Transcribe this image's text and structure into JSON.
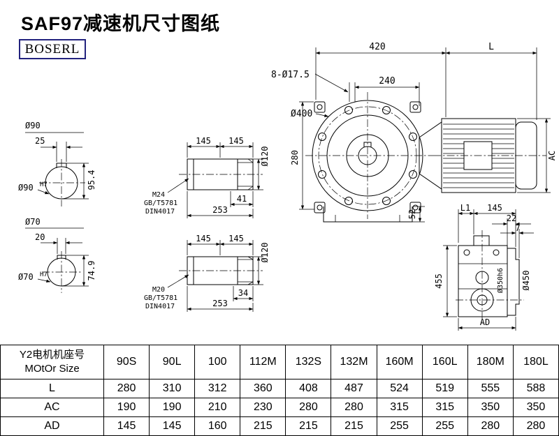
{
  "page": {
    "title": "SAF97减速机尺寸图纸",
    "logo": "BOSERL"
  },
  "front_view": {
    "dim_420": "420",
    "dim_L": "L",
    "holes_callout": "8-Ø17.5",
    "dim_240": "240",
    "dia_flange": "Ø400",
    "dim_280": "280",
    "dim_52": "52",
    "dim_AC": "AC"
  },
  "shaft_90": {
    "dia_top": "Ø90",
    "key_width": "25",
    "height": "95.4",
    "bore": "Ø90",
    "bore_tol": "H7"
  },
  "shaft_70": {
    "dia_top": "Ø70",
    "key_width": "20",
    "height": "74.9",
    "bore": "Ø70",
    "bore_tol": "H7"
  },
  "shaft_detail_1": {
    "dim_left": "145",
    "dim_right": "145",
    "dia": "Ø120",
    "thread": "M24",
    "standard_1": "GB/T5781",
    "standard_2": "DIN4017",
    "thread_len": "41",
    "total_len": "253"
  },
  "shaft_detail_2": {
    "dim_left": "145",
    "dim_right": "145",
    "dia": "Ø120",
    "thread": "M20",
    "standard_1": "GB/T5781",
    "standard_2": "DIN4017",
    "thread_len": "34",
    "total_len": "253"
  },
  "side_view": {
    "dim_L1": "L1",
    "dim_145": "145",
    "dim_22": "22",
    "dim_7": "7",
    "dim_455": "455",
    "dia_spigot": "Ø350h6",
    "dia_flange": "Ø450",
    "dim_AD": "AD"
  },
  "table": {
    "header_cn": "Y2电机机座号",
    "header_en": "MOtOr Size",
    "sizes": [
      "90S",
      "90L",
      "100",
      "112M",
      "132S",
      "132M",
      "160M",
      "160L",
      "180M",
      "180L"
    ],
    "rows": [
      {
        "label": "L",
        "values": [
          "280",
          "310",
          "312",
          "360",
          "408",
          "487",
          "524",
          "519",
          "555",
          "588"
        ]
      },
      {
        "label": "AC",
        "values": [
          "190",
          "190",
          "210",
          "230",
          "280",
          "280",
          "315",
          "315",
          "350",
          "350"
        ]
      },
      {
        "label": "AD",
        "values": [
          "145",
          "145",
          "160",
          "215",
          "215",
          "215",
          "255",
          "255",
          "280",
          "280"
        ]
      }
    ]
  }
}
